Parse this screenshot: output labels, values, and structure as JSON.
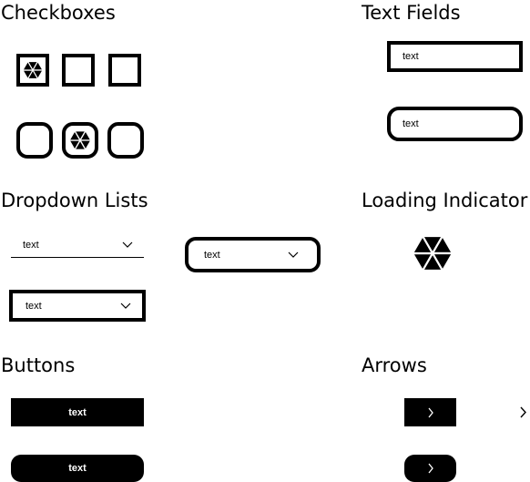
{
  "headings": {
    "checkboxes": "Checkboxes",
    "text_fields": "Text Fields",
    "dropdown_lists": "Dropdown Lists",
    "loading_indicator": "Loading Indicator",
    "buttons": "Buttons",
    "arrows": "Arrows"
  },
  "checkboxes": [
    {
      "shape": "square",
      "checked": true
    },
    {
      "shape": "square",
      "checked": false
    },
    {
      "shape": "square",
      "checked": false
    },
    {
      "shape": "rounded",
      "checked": false
    },
    {
      "shape": "rounded",
      "checked": true
    },
    {
      "shape": "rounded",
      "checked": false
    }
  ],
  "text_fields": {
    "square_value": "text",
    "rounded_value": "text"
  },
  "dropdowns": {
    "underline_value": "text",
    "rounded_value": "text",
    "boxed_value": "text"
  },
  "buttons": {
    "square_label": "text",
    "rounded_label": "text"
  },
  "icons": {
    "check_mark": "hexagon-check-icon",
    "loading": "hexagon-spinner-icon",
    "chevron": "chevron-down-icon",
    "arrow": "chevron-right-icon"
  },
  "colors": {
    "ink": "#000000",
    "background": "#ffffff"
  }
}
